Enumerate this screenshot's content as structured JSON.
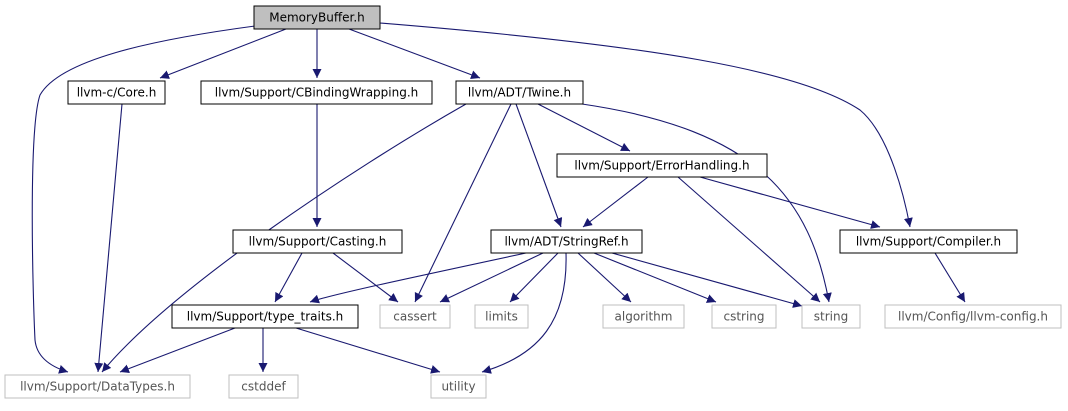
{
  "colors": {
    "edge": "#191970",
    "root_fill": "#bfbfbf",
    "node_fill": "#ffffff",
    "node_border": "#000000",
    "external_border": "#bfbfbf",
    "external_text": "#555555"
  },
  "nodes": [
    {
      "id": "memorybuffer",
      "label": "MemoryBuffer.h",
      "kind": "root"
    },
    {
      "id": "core",
      "label": "llvm-c/Core.h",
      "kind": "file"
    },
    {
      "id": "cbinding",
      "label": "llvm/Support/CBindingWrapping.h",
      "kind": "file"
    },
    {
      "id": "twine",
      "label": "llvm/ADT/Twine.h",
      "kind": "file"
    },
    {
      "id": "errorhandling",
      "label": "llvm/Support/ErrorHandling.h",
      "kind": "file"
    },
    {
      "id": "casting",
      "label": "llvm/Support/Casting.h",
      "kind": "file"
    },
    {
      "id": "stringref",
      "label": "llvm/ADT/StringRef.h",
      "kind": "file"
    },
    {
      "id": "compiler",
      "label": "llvm/Support/Compiler.h",
      "kind": "file"
    },
    {
      "id": "typetraits",
      "label": "llvm/Support/type_traits.h",
      "kind": "file"
    },
    {
      "id": "cassert",
      "label": "cassert",
      "kind": "external"
    },
    {
      "id": "limits",
      "label": "limits",
      "kind": "external"
    },
    {
      "id": "algorithm",
      "label": "algorithm",
      "kind": "external"
    },
    {
      "id": "cstring",
      "label": "cstring",
      "kind": "external"
    },
    {
      "id": "string",
      "label": "string",
      "kind": "external"
    },
    {
      "id": "llvmconfig",
      "label": "llvm/Config/llvm-config.h",
      "kind": "external"
    },
    {
      "id": "datatypes",
      "label": "llvm/Support/DataTypes.h",
      "kind": "external"
    },
    {
      "id": "cstddef",
      "label": "cstddef",
      "kind": "external"
    },
    {
      "id": "utility",
      "label": "utility",
      "kind": "external"
    }
  ],
  "edges": [
    {
      "from": "memorybuffer",
      "to": "core"
    },
    {
      "from": "memorybuffer",
      "to": "cbinding"
    },
    {
      "from": "memorybuffer",
      "to": "twine"
    },
    {
      "from": "memorybuffer",
      "to": "datatypes"
    },
    {
      "from": "memorybuffer",
      "to": "compiler"
    },
    {
      "from": "core",
      "to": "datatypes"
    },
    {
      "from": "cbinding",
      "to": "casting"
    },
    {
      "from": "twine",
      "to": "errorhandling"
    },
    {
      "from": "twine",
      "to": "stringref"
    },
    {
      "from": "twine",
      "to": "cassert"
    },
    {
      "from": "twine",
      "to": "datatypes"
    },
    {
      "from": "twine",
      "to": "string"
    },
    {
      "from": "errorhandling",
      "to": "stringref"
    },
    {
      "from": "errorhandling",
      "to": "compiler"
    },
    {
      "from": "errorhandling",
      "to": "string"
    },
    {
      "from": "casting",
      "to": "typetraits"
    },
    {
      "from": "casting",
      "to": "cassert"
    },
    {
      "from": "stringref",
      "to": "typetraits"
    },
    {
      "from": "stringref",
      "to": "cassert"
    },
    {
      "from": "stringref",
      "to": "limits"
    },
    {
      "from": "stringref",
      "to": "algorithm"
    },
    {
      "from": "stringref",
      "to": "cstring"
    },
    {
      "from": "stringref",
      "to": "string"
    },
    {
      "from": "stringref",
      "to": "utility"
    },
    {
      "from": "compiler",
      "to": "llvmconfig"
    },
    {
      "from": "typetraits",
      "to": "datatypes"
    },
    {
      "from": "typetraits",
      "to": "cstddef"
    },
    {
      "from": "typetraits",
      "to": "utility"
    }
  ]
}
